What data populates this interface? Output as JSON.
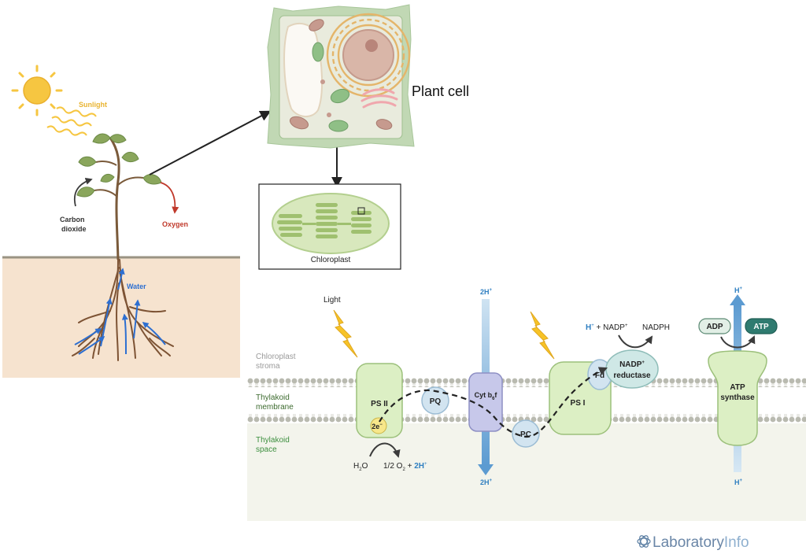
{
  "plant": {
    "sunlight": "Sunlight",
    "carbon_line1": "Carbon",
    "carbon_line2": "dioxide",
    "oxygen": "Oxygen",
    "water": "Water"
  },
  "cell": {
    "label": "Plant cell",
    "chloroplast_label": "Chloroplast"
  },
  "membrane": {
    "stroma_line1": "Chloroplast",
    "stroma_line2": "stroma",
    "membrane_line1": "Thylakoid",
    "membrane_line2": "membrane",
    "space_line1": "Thylakoid",
    "space_line2": "space"
  },
  "light_reactions": {
    "light": "Light",
    "ps2": "PS II",
    "two_e": "2e",
    "two_e_sup": "−",
    "pq": "PQ",
    "cyt_main": "Cyt b",
    "cyt_sub": "6",
    "cyt_end": "f",
    "pc": "PC",
    "ps1": "PS I",
    "fd": "Fd",
    "nadp_reductase_line1": "NADP",
    "nadp_reductase_sup": "+",
    "nadp_reductase_line2": "reductase",
    "h2o_main": "H",
    "h2o_sub": "2",
    "h2o_end": "O",
    "half_o2_main": "1/2 O",
    "half_o2_sub": "2",
    "half_o2_plus": " + ",
    "half_o2_h": "2H",
    "half_o2_h_sup": "+",
    "twoH_top": "2H",
    "twoH_top_sup": "+",
    "twoH_bottom": "2H",
    "twoH_bottom_sup": "+",
    "h_nadp_h": "H",
    "h_nadp_h_sup": "+",
    "h_nadp_plus": " + NADP",
    "h_nadp_sup": "+",
    "nadph": "NADPH",
    "atp_synthase_line1": "ATP",
    "atp_synthase_line2": "synthase",
    "adp": "ADP",
    "atp": "ATP",
    "h_top": "H",
    "h_top_sup": "+",
    "h_bottom": "H",
    "h_bottom_sup": "+"
  },
  "logo": {
    "part1": "Laboratory",
    "part2": "Info"
  },
  "colors": {
    "soil": "#f6e3cf",
    "ground_line": "#9a9383",
    "cell_wall": "#c1d8b4",
    "cell_inside": "#e9ebdd",
    "chloroplast_fill": "#d8e8bd",
    "grana": "#9fc06f",
    "stroma_bg": "#f3f4ec",
    "lipid_head": "#b9bab0",
    "protein_green": "#dcefc4",
    "protein_blue": "#d2e4f0",
    "cyt_purple": "#c7c8ea",
    "h_blue": "#2f7fc1",
    "atp_teal": "#2f7b70",
    "sun": "#f6c641",
    "oxygen_red": "#c0392b",
    "water_blue": "#2d6fd1"
  },
  "icons": [
    "sun-icon",
    "lightning-icon",
    "atp-synthase-icon",
    "chloroplast-icon",
    "plant-cell-icon",
    "plant-icon"
  ]
}
